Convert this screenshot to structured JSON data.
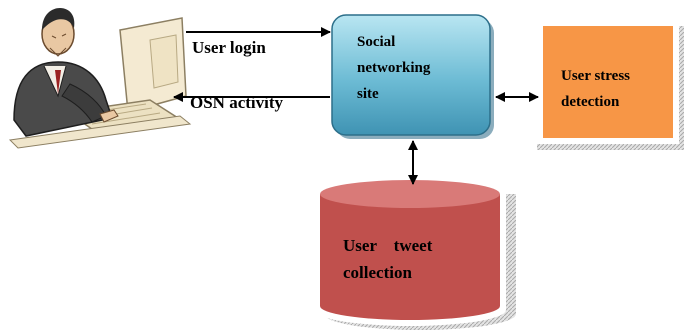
{
  "edges": {
    "user_login": "User login",
    "osn_activity": "OSN activity"
  },
  "nodes": {
    "social_site": [
      "Social",
      "networking",
      "site"
    ],
    "stress_detection": [
      "User stress",
      "detection"
    ],
    "tweet_collection": [
      "User    tweet",
      "collection"
    ]
  },
  "colors": {
    "site_fill_top": "#a8dcea",
    "site_fill_bottom": "#4fa3c0",
    "site_stroke": "#2c6f8a",
    "stress_fill": "#f79646",
    "cylinder_body": "#c0504d",
    "cylinder_top": "#d97a78",
    "shadow": "#b9b9b9"
  },
  "icons": {
    "user": "person-at-computer-clipart"
  }
}
